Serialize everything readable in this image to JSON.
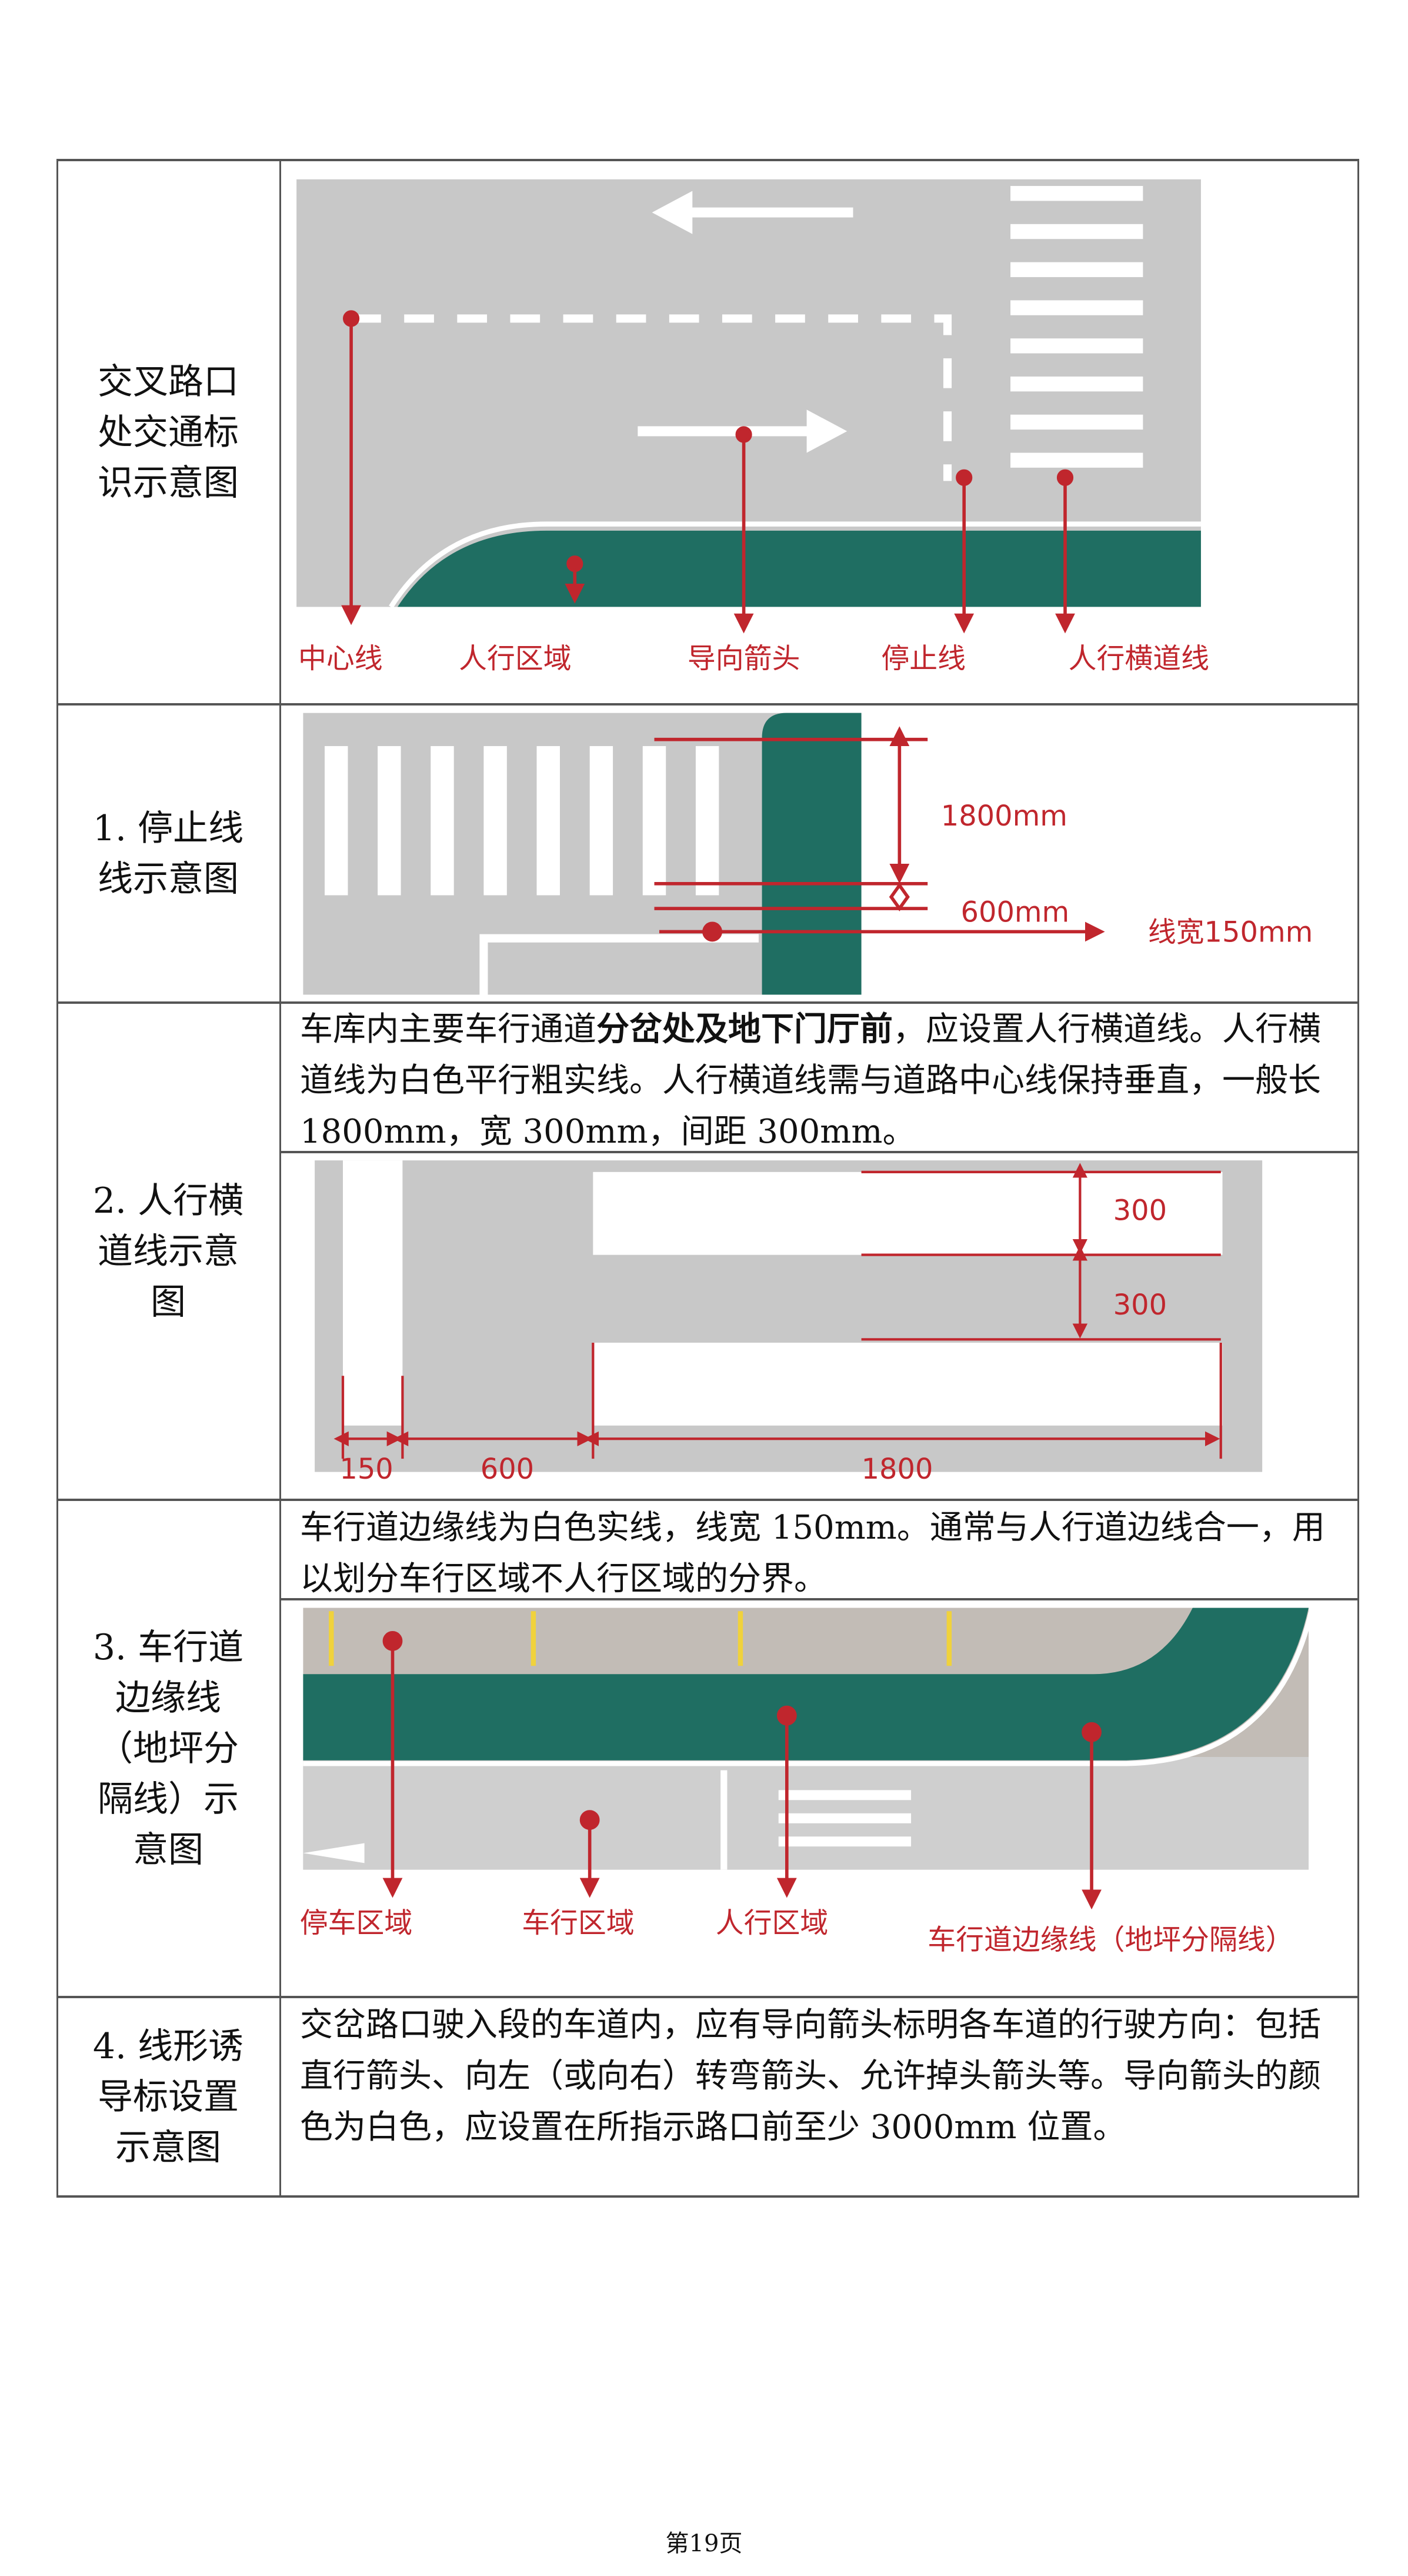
{
  "rows": [
    {
      "label": "交叉路口处交通标识示意图",
      "diagram_labels": [
        "中心线",
        "人行区域",
        "导向箭头",
        "停止线",
        "人行横道线"
      ]
    },
    {
      "label": "1. 停止线线示意图",
      "diagram_labels": [
        "1800mm",
        "600mm",
        "线宽150mm"
      ]
    },
    {
      "label": "2. 人行横道线示意图",
      "text_pre": "车库内主要车行通道",
      "text_bold": "分岔处及地下门厅前",
      "text_post": "，应设置人行横道线。人行横道线为白色平行粗实线。人行横道线需与道路中心线保持垂直，一般长 1800mm，宽 300mm，间距 300mm。",
      "diagram_labels": [
        "300",
        "300",
        "150",
        "600",
        "1800"
      ]
    },
    {
      "label": "3. 车行道边缘线（地坪分隔线）示意图",
      "text": "车行道边缘线为白色实线，线宽 150mm。通常与人行道边线合一，用以划分车行区域不人行区域的分界。",
      "diagram_labels": [
        "停车区域",
        "车行区域",
        "人行区域",
        "车行道边缘线（地坪分隔线）"
      ]
    },
    {
      "label": "4. 线形诱导标设置示意图",
      "text": "交岔路口驶入段的车道内，应有导向箭头标明各车道的行驶方向：包括直行箭头、向左（或向右）转弯箭头、允许掉头箭头等。导向箭头的颜色为白色，应设置在所指示路口前至少 3000mm 位置。"
    }
  ],
  "footer": "第19页",
  "colors": {
    "road": "#c8c8c8",
    "green": "#1f6e62",
    "red": "#c0262d",
    "yellow": "#f0d23c"
  }
}
